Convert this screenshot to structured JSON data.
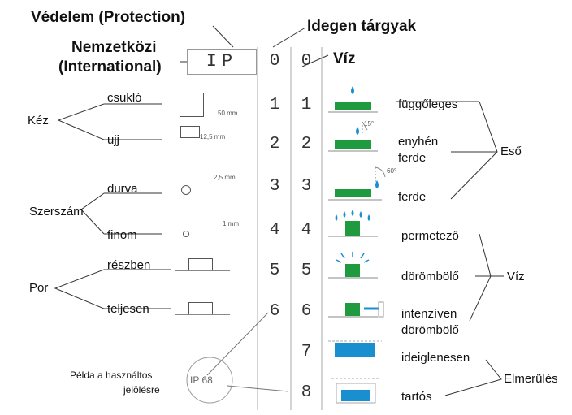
{
  "headers": {
    "protection": "Védelem (Protection)",
    "national_line1": "Nemzetközi",
    "national_line2": "(International)",
    "foreign": "Idegen tárgyak",
    "water": "Víz",
    "ip": "IP",
    "zero_a": "0",
    "zero_b": "0"
  },
  "left_groups": [
    {
      "name": "Kéz",
      "items": [
        "csukló",
        "ujj"
      ]
    },
    {
      "name": "Szerszám",
      "items": [
        "durva",
        "finom"
      ]
    },
    {
      "name": "Por",
      "items": [
        "részben",
        "teljesen"
      ]
    }
  ],
  "solid_symbols": {
    "size_50": "50 mm",
    "size_12_5": "12,5 mm",
    "size_2_5": "2,5 mm",
    "size_1": "1 mm"
  },
  "solid_digits": [
    "1",
    "2",
    "3",
    "4",
    "5",
    "6"
  ],
  "water_digits": [
    "1",
    "2",
    "3",
    "4",
    "5",
    "6",
    "7",
    "8"
  ],
  "angles": {
    "slight": "15°",
    "steep": "60°"
  },
  "right_labels": {
    "vertical": "függőleges",
    "slight_line1": "enyhén",
    "slight_line2": "ferde",
    "tilted": "ferde",
    "rain_group": "Eső",
    "spray": "permetező",
    "jet": "dörömbölő",
    "strong_jet_line1": "intenzíven",
    "strong_jet_line2": "dörömbölő",
    "water_group": "Víz",
    "temporary": "ideiglenesen",
    "permanent": "tartós",
    "immersion_group": "Elmerülés"
  },
  "example": {
    "line1": "Példa a használtos",
    "line2": "jelölésre",
    "code": "IP 68"
  },
  "colors": {
    "accent_green": "#1f9a3f",
    "water_blue": "#1a8fd0",
    "divider": "#9a9a9a"
  }
}
